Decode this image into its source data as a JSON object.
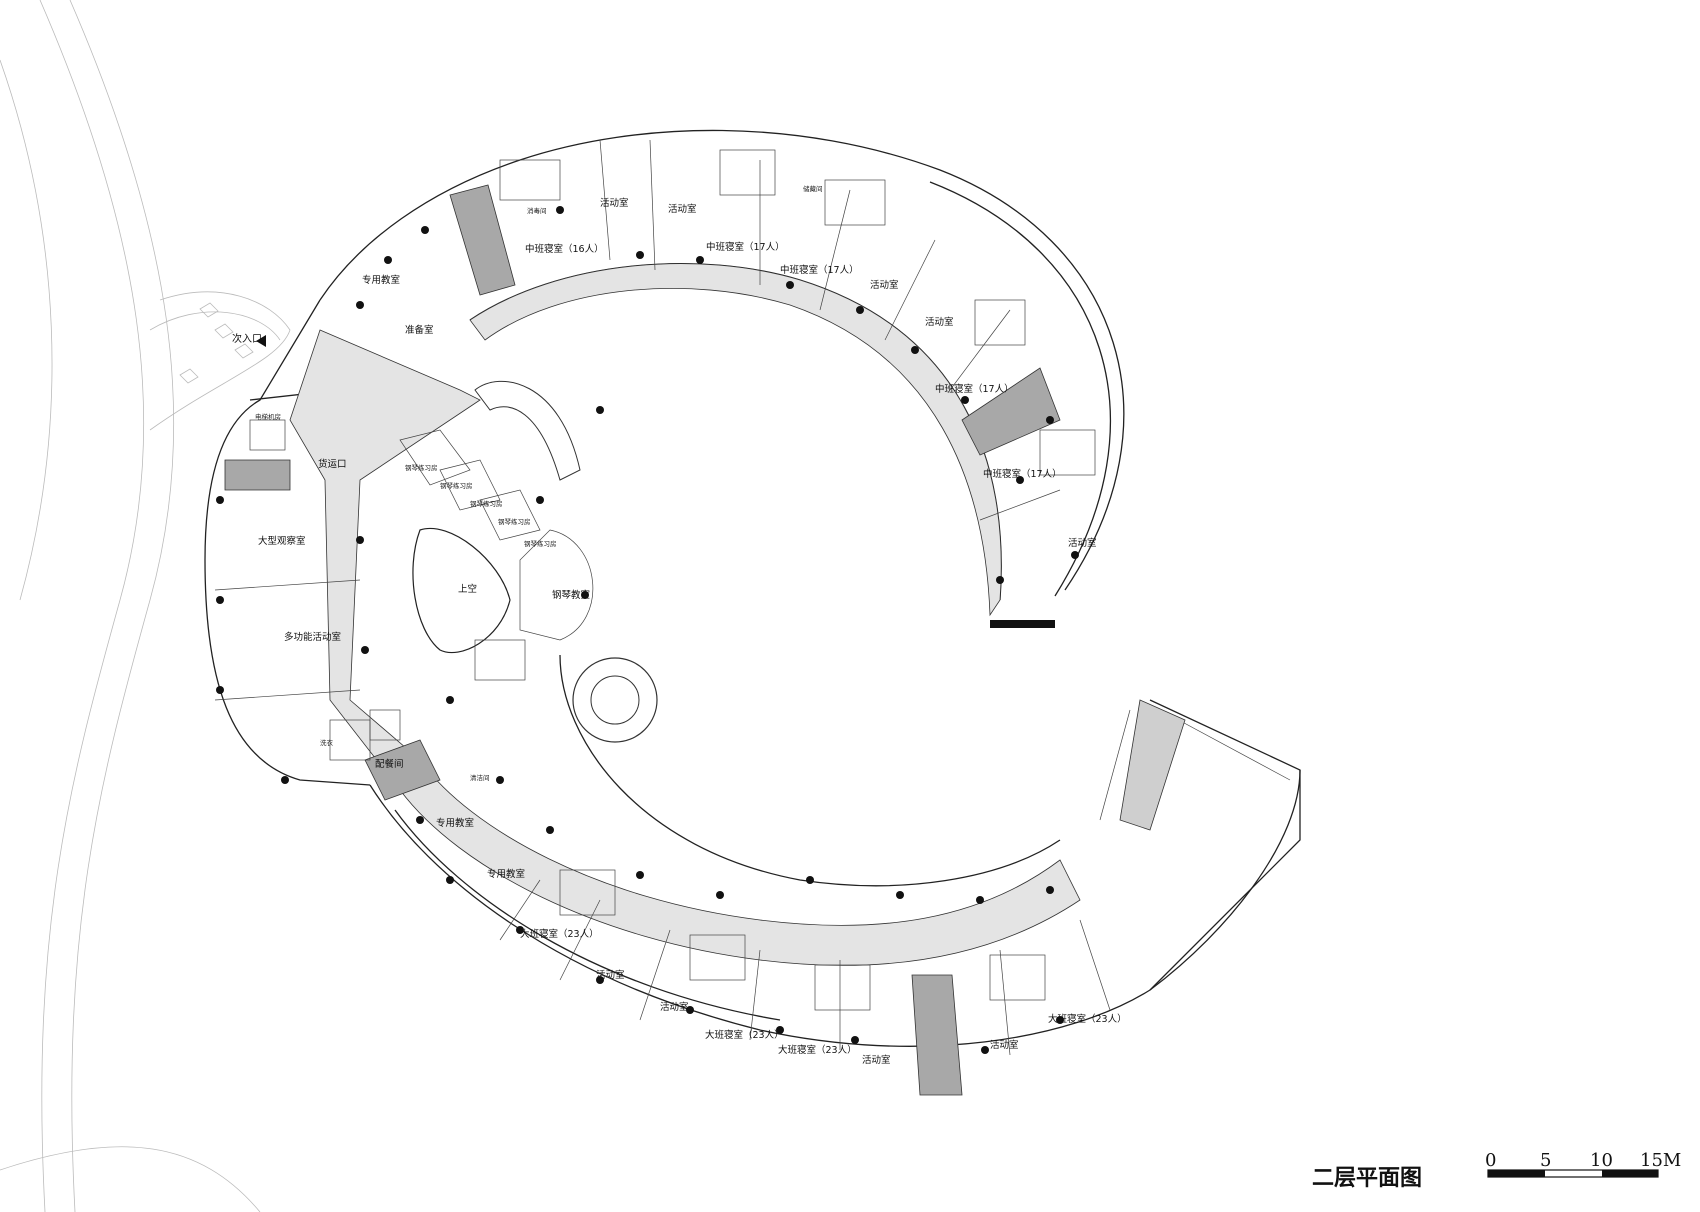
{
  "drawing_title": "二层平面图",
  "scale_bar": {
    "ticks": [
      "0",
      "5",
      "10",
      "15M"
    ]
  },
  "entrance": {
    "label": "次入口"
  },
  "rooms": {
    "special_class_top": "专用教室",
    "prep_room": "准备室",
    "mid_dorm_16": "中班寝室（16人）",
    "activity_t1": "活动室",
    "activity_t2": "活动室",
    "mid_dorm_17_a": "中班寝室（17人）",
    "mid_dorm_17_b": "中班寝室（17人）",
    "activity_r1": "活动室",
    "activity_r2": "活动室",
    "mid_dorm_17_c": "中班寝室（17人）",
    "mid_dorm_17_d": "中班寝室（17人）",
    "activity_r3": "活动室",
    "elevator_machine": "电梯机房",
    "freight": "货运口",
    "observation": "大型观察室",
    "multi_function": "多功能活动室",
    "void": "上空",
    "piano_room_1": "钢琴练习房",
    "piano_room_2": "钢琴练习房",
    "piano_room_3": "钢琴练习房",
    "piano_room_4": "钢琴练习房",
    "piano_room_5": "钢琴练习房",
    "piano_class": "钢琴教室",
    "serving": "配餐间",
    "special_class_b1": "专用教室",
    "special_class_b2": "专用教室",
    "big_dorm_23_a": "大班寝室（23人）",
    "activity_b1": "活动室",
    "activity_b2": "活动室",
    "big_dorm_23_b": "大班寝室（23人）",
    "big_dorm_23_c": "大班寝室（23人）",
    "activity_b3": "活动室",
    "activity_b4": "活动室",
    "big_dorm_23_d": "大班寝室（23人）"
  },
  "small_labels": {
    "disinfect": "消毒间",
    "storage": "储藏间",
    "wash": "洗衣",
    "cleaning": "清洁间"
  },
  "colors": {
    "corridor": "#e4e4e4",
    "stair": "#a8a8a8",
    "line": "#222222"
  }
}
